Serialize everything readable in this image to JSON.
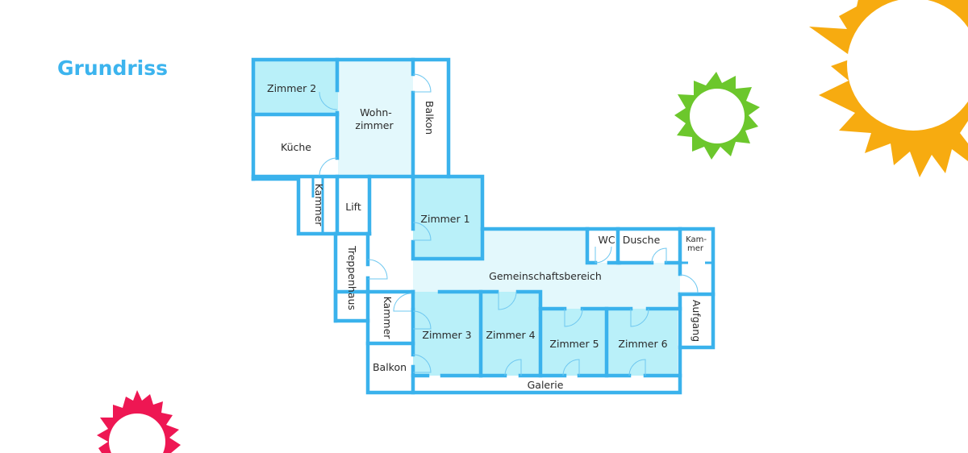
{
  "page": {
    "title": "Grundriss"
  },
  "colors": {
    "title": "#3cb4ee",
    "wall": "#3ab2ec",
    "room_light": "#e3f8fc",
    "room_medium": "#b9f0f9",
    "room_white": "#ffffff",
    "sun_orange": "#f7ab10",
    "sun_green": "#6cc72c",
    "sun_red": "#ee1753"
  },
  "floorplan": {
    "rooms": {
      "zimmer2": "Zimmer 2",
      "wohnzimmer_1": "Wohn-",
      "wohnzimmer_2": "zimmer",
      "balkon_top": "Balkon",
      "kueche": "Küche",
      "kammer_left": "Kammer",
      "lift": "Lift",
      "zimmer1": "Zimmer 1",
      "treppenhaus": "Treppenhaus",
      "wc": "WC",
      "dusche": "Dusche",
      "kammer_right_1": "Kam-",
      "kammer_right_2": "mer",
      "gemeinschaftsbereich": "Gemeinschaftsbereich",
      "aufgang": "Aufgang",
      "kammer_mid": "Kammer",
      "zimmer3": "Zimmer 3",
      "zimmer4": "Zimmer 4",
      "zimmer5": "Zimmer 5",
      "zimmer6": "Zimmer 6",
      "balkon_bottom": "Balkon",
      "galerie": "Galerie"
    }
  },
  "decorations": {
    "icons": [
      "sun-orange-icon",
      "sun-green-icon",
      "sun-red-icon"
    ]
  }
}
